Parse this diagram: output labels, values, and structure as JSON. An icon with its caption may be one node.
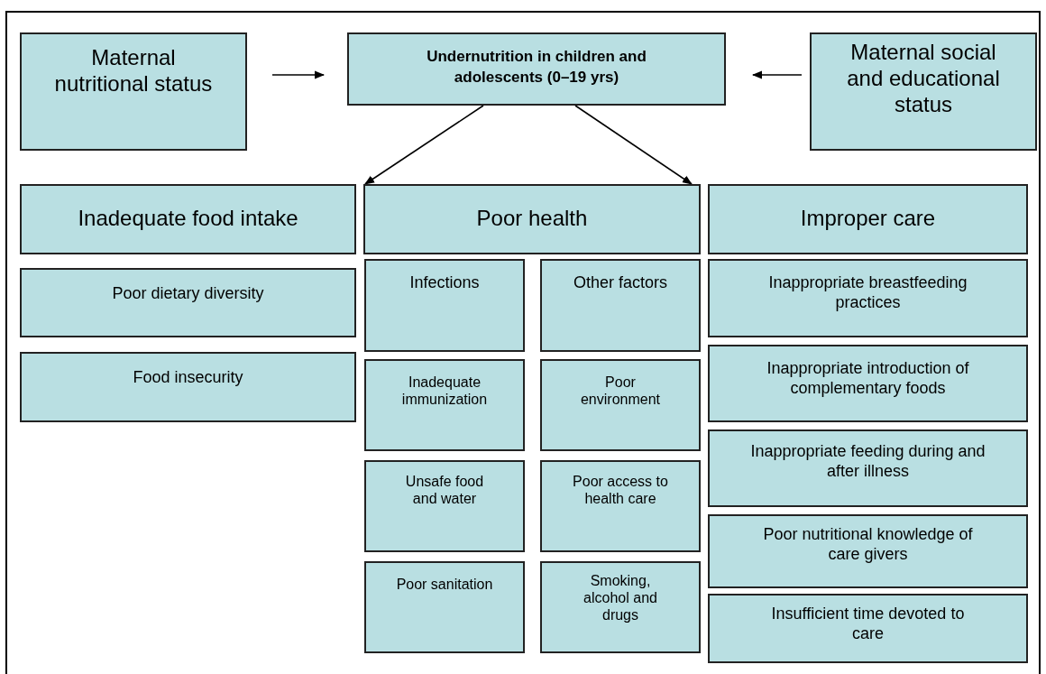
{
  "diagram": {
    "nodes": [
      {
        "text": [
          "Maternal nutritional status"
        ]
      },
      {
        "text": [
          "Undernutrition in children and adolescents (0–19 yrs)"
        ]
      },
      {
        "text": [
          "Maternal social and educational status"
        ]
      },
      {
        "text": [
          "Inadequate food intake"
        ]
      },
      {
        "text": [
          "Poor health"
        ]
      },
      {
        "text": [
          "Improper care"
        ]
      },
      {
        "text": [
          "Poor dietary diversity"
        ]
      },
      {
        "text": [
          "Food insecurity"
        ]
      },
      {
        "text": [
          "Infections"
        ]
      },
      {
        "text": [
          "Other factors"
        ]
      },
      {
        "text": [
          "Inadequate immunization"
        ]
      },
      {
        "text": [
          "Poor environment"
        ]
      },
      {
        "text": [
          "Unsafe food and water"
        ]
      },
      {
        "text": [
          "Poor access to health care"
        ]
      },
      {
        "text": [
          "Poor sanitation"
        ]
      },
      {
        "text": [
          "Smoking, alcohol and drugs"
        ]
      },
      {
        "text": [
          "Inappropriate breastfeeding practices"
        ]
      },
      {
        "text": [
          "Inappropriate introduction of complementary foods"
        ]
      },
      {
        "text": [
          "Inappropriate feeding during and after illness"
        ]
      },
      {
        "text": [
          "Poor nutritional knowledge of care givers"
        ]
      },
      {
        "text": [
          "Insufficient time devoted to care"
        ]
      }
    ],
    "edges": [
      {
        "from": 0,
        "to": 1,
        "arrow": "to"
      },
      {
        "from": 2,
        "to": 1,
        "arrow": "to"
      },
      {
        "from": 1,
        "to": 4,
        "arrow": "to"
      },
      {
        "from": 1,
        "to": 4,
        "arrow": "to"
      }
    ]
  }
}
